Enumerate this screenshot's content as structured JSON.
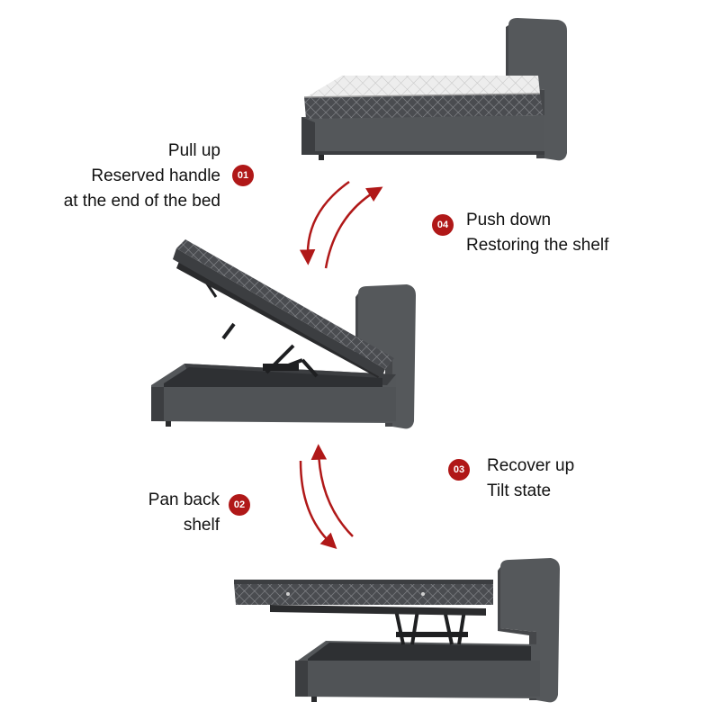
{
  "colors": {
    "accent": "#b01818",
    "frame": "#54575a",
    "frame_dark": "#3c3e41",
    "mattress_side": "#4a4c50",
    "mattress_top": "#e9e9e9",
    "text": "#111111"
  },
  "steps": [
    {
      "number": "01",
      "lines": [
        "Pull up",
        "Reserved handle",
        "at the end of the bed"
      ]
    },
    {
      "number": "02",
      "lines": [
        "Pan back",
        "shelf"
      ]
    },
    {
      "number": "03",
      "lines": [
        "Recover up",
        "Tilt state"
      ]
    },
    {
      "number": "04",
      "lines": [
        "Push down",
        "Restoring the shelf"
      ]
    }
  ],
  "icons": {
    "arrow_down": "curved-arrow-down-icon",
    "arrow_up": "curved-arrow-up-icon"
  }
}
